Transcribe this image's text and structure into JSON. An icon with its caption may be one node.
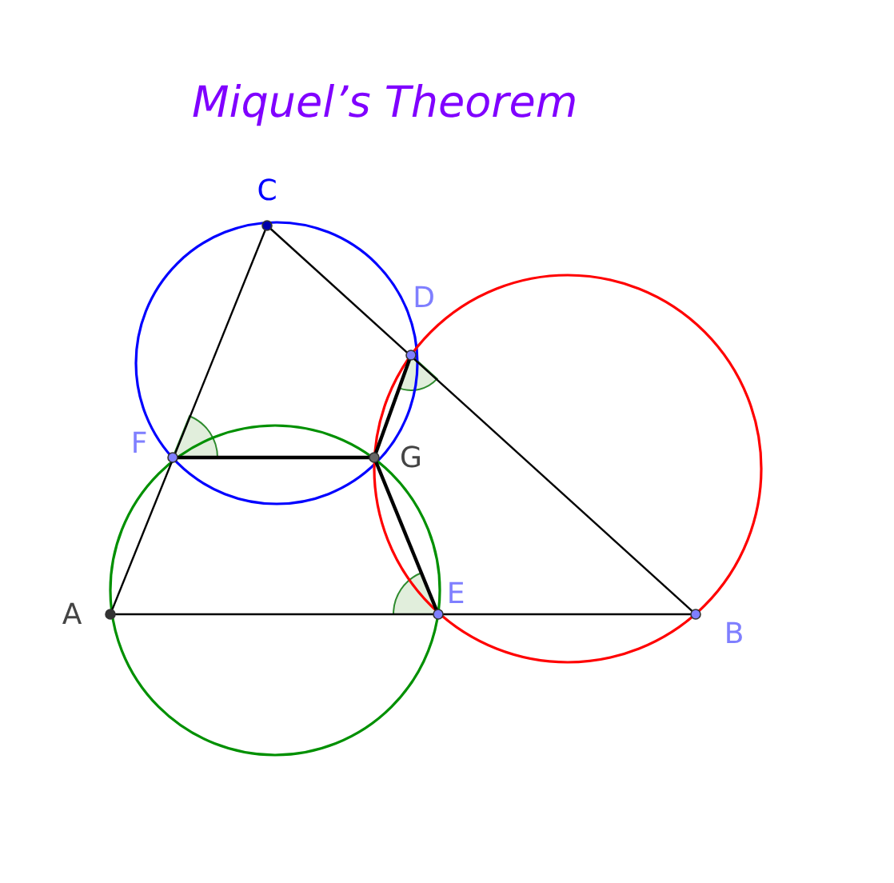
{
  "diagram": {
    "title": "Miquel’s Theorem",
    "labels": [
      "C",
      "D",
      "F",
      "G",
      "A",
      "E",
      "B"
    ]
  }
}
